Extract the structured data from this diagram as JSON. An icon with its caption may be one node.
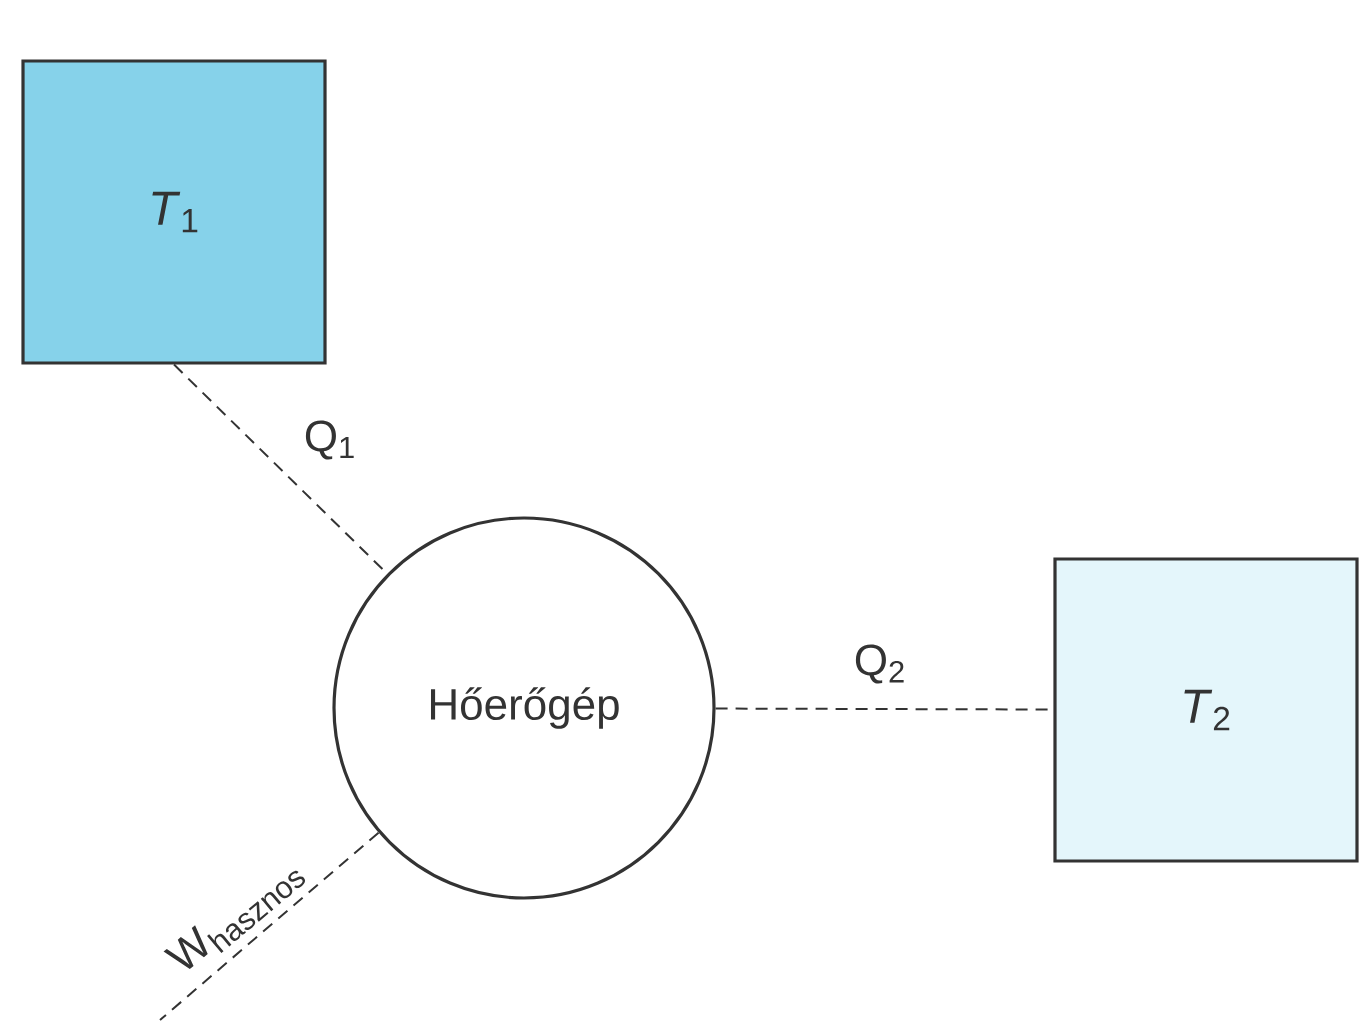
{
  "diagram": {
    "nodes": [
      {
        "text": [
          "*T*$_{1}$"
        ]
      },
      {
        "text": [
          "*T*$_{2}$"
        ]
      },
      {
        "text": [
          "Hőerőgép"
        ]
      }
    ],
    "edges": [
      {
        "from": 0,
        "to": 2,
        "arrow": "none",
        "style": "dashed",
        "label": "Q$_{1}$"
      },
      {
        "from": 2,
        "to": 1,
        "arrow": "none",
        "style": "dashed",
        "label": "Q$_{2}$"
      },
      {
        "from": 2,
        "to": null,
        "arrow": "none",
        "style": "dashed",
        "label": "W$_{hasznos}$"
      }
    ]
  }
}
